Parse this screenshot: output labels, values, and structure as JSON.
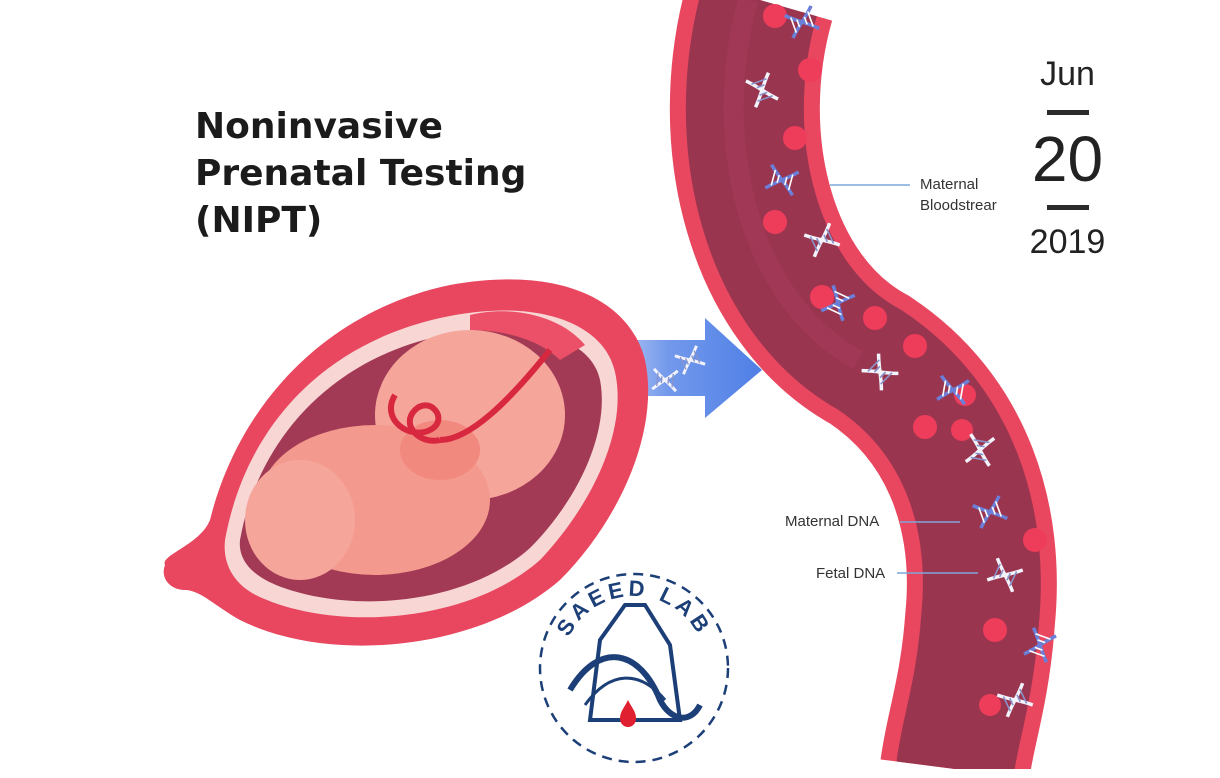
{
  "title": {
    "line1": "Noninvasive",
    "line2": "Prenatal Testing",
    "line3": "(NIPT)"
  },
  "date": {
    "month": "Jun",
    "day": "20",
    "year": "2019"
  },
  "labels": {
    "maternal_bloodstream_1": "Maternal",
    "maternal_bloodstream_2": "Bloodstrear",
    "maternal_dna": "Maternal DNA",
    "fetal_dna": "Fetal DNA"
  },
  "logo": {
    "text": "SAEED LAB"
  },
  "colors": {
    "vessel_outer": "#e8475f",
    "vessel_inner": "#9a3550",
    "blood_cell": "#ee3d5a",
    "maternal_dna": "#6b7ed8",
    "fetal_dna": "#eef0fa",
    "arrow": "#4f7fe6",
    "uterus": "#e8475f",
    "fetus": "#f6a59b",
    "logo_blue": "#1c3f78",
    "logo_red": "#e02030"
  }
}
